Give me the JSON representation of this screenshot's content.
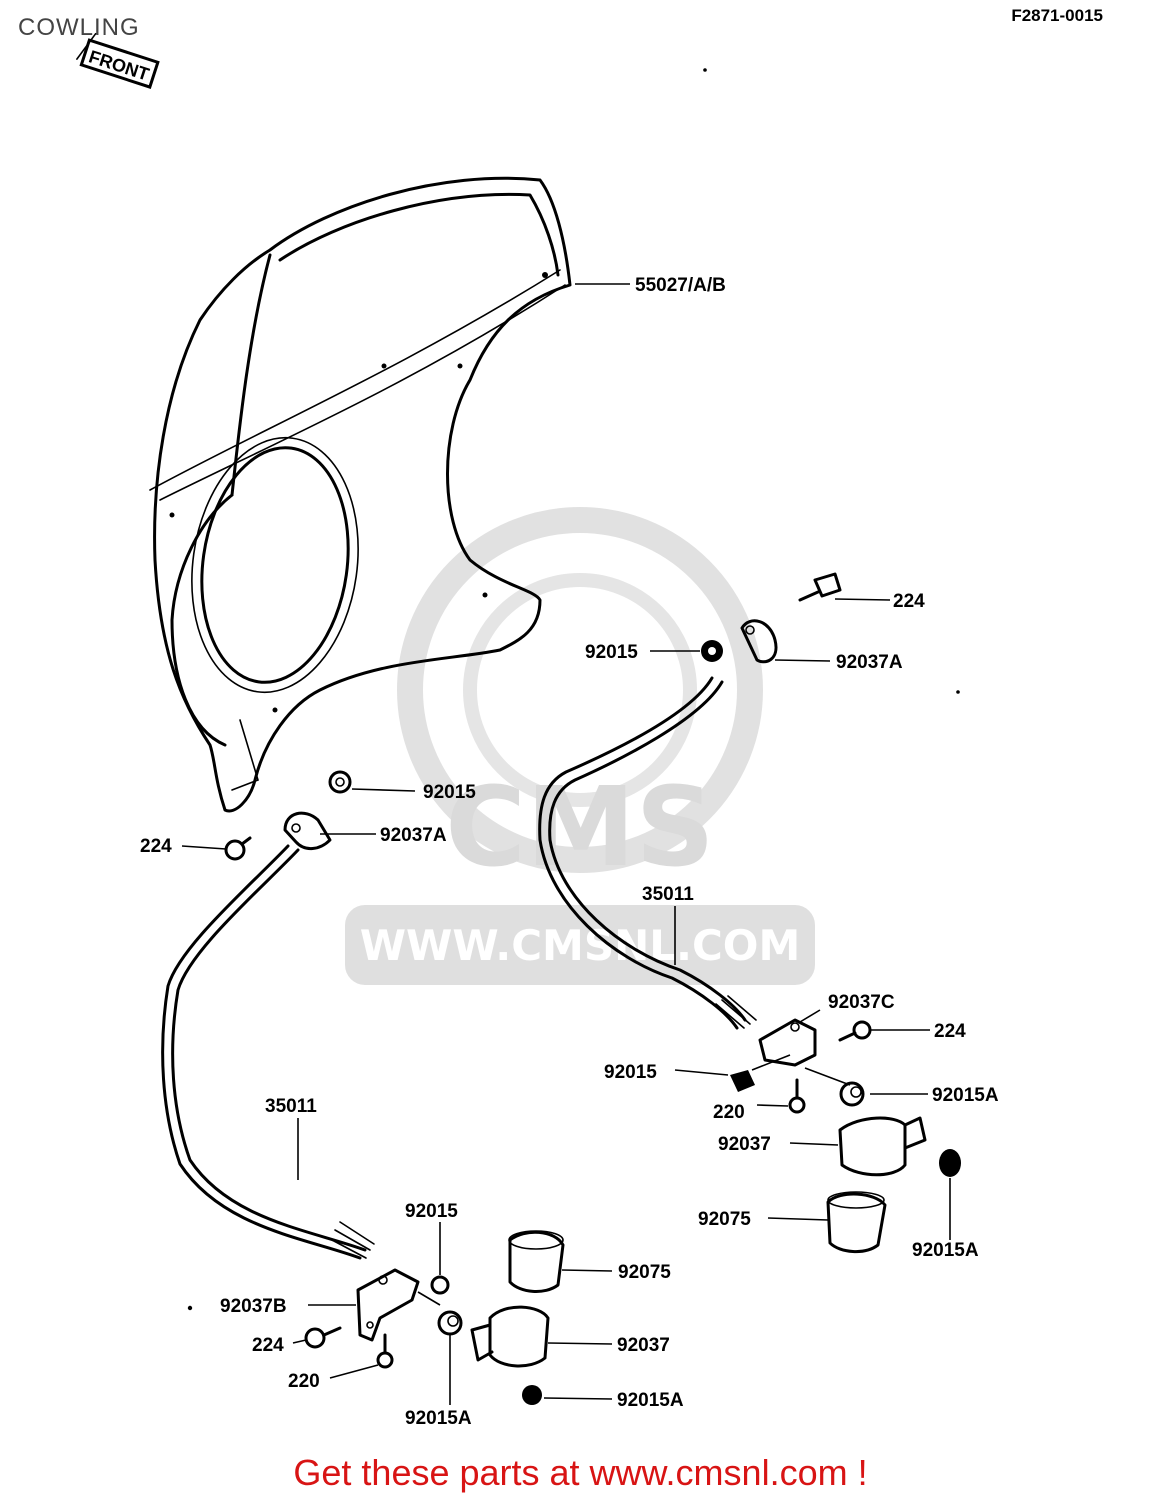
{
  "header": {
    "title": "COWLING",
    "code": "F2871-0015"
  },
  "front_marker": "FRONT",
  "watermark": {
    "logo_text": "CMS",
    "url_text": "WWW.CMSNL.COM"
  },
  "callouts": {
    "cowl": "55027/A/B",
    "bolt_top_right": "224",
    "nut_top_right": "92015",
    "bracket_top_right": "92037A",
    "nut_mid_left": "92015",
    "bracket_mid_left": "92037A",
    "bolt_mid_left": "224",
    "stay_right": "35011",
    "bracket_c": "92037C",
    "bolt_right": "224",
    "nut_right": "92015",
    "nut_a_right": "92015A",
    "screw_right": "220",
    "clamp_right": "92037",
    "nut_a_right_lower": "92015A",
    "collar_right": "92075",
    "stay_left": "35011",
    "nut_left": "92015",
    "collar_left": "92075",
    "bracket_b": "92037B",
    "bolt_left": "224",
    "clamp_left": "92037",
    "screw_left": "220",
    "nut_a_left": "92015A",
    "nut_a_left_lower": "92015A"
  },
  "footer": "Get these parts at www.cmsnl.com !"
}
